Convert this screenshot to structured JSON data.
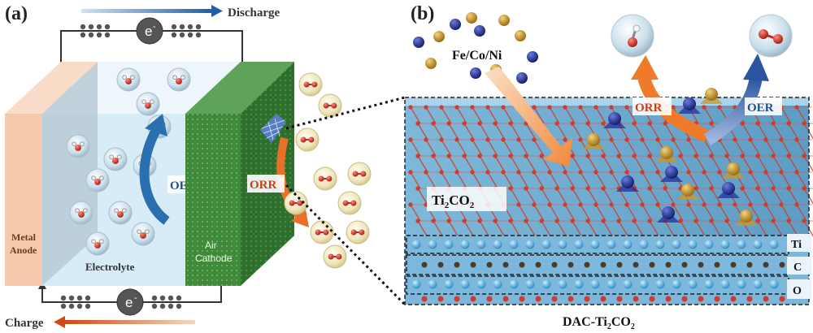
{
  "panel_a": {
    "tag": "(a)",
    "discharge": "Discharge",
    "charge": "Charge",
    "electron_top": "e",
    "electron_bottom": "e",
    "electron_sup": "-",
    "anode_line1": "Metal",
    "anode_line2": "Anode",
    "electrolyte": "Electrolyte",
    "cathode_line1": "Air",
    "cathode_line2": "Cathode",
    "oer": "OER",
    "orr": "ORR"
  },
  "panel_b": {
    "tag": "(b)",
    "metals": "Fe/Co/Ni",
    "orr": "ORR",
    "oer": "OER",
    "formula_base": "Ti",
    "formula_sub1": "2",
    "formula_mid": "CO",
    "formula_sub2": "2",
    "layer_ti": "Ti",
    "layer_c": "C",
    "layer_o": "O",
    "caption_prefix": "DAC-Ti",
    "caption_sub1": "2",
    "caption_mid": "CO",
    "caption_sub2": "2"
  },
  "colors": {
    "anode": "#f6c9ad",
    "electrolyte": "#d8ecf8",
    "cathode": "#3f8a3a",
    "discharge_arrow": "#2f6fb0",
    "charge_arrow": "#d2571f",
    "orr_arrow": "#ee7a2a",
    "oer_arrow": "#2f5fa8",
    "oxygen_atom": "#d23a2a",
    "ti_atom": "#5ab8e8",
    "carbon_atom": "#4a3a2a",
    "fe_atom": "#1f2e8c",
    "co_atom": "#c99a2a"
  }
}
